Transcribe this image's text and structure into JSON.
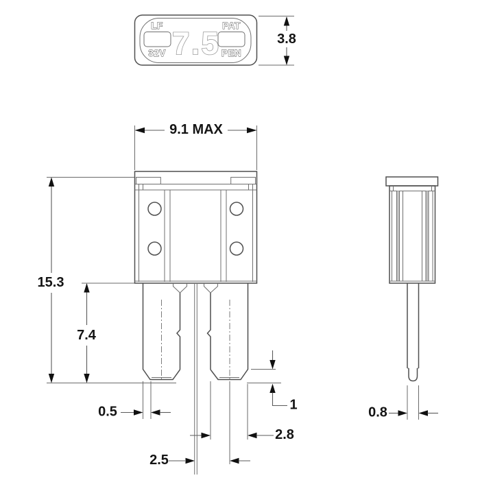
{
  "drawing": {
    "fuse_marking": {
      "brand_top_left": "LF",
      "voltage": "32V",
      "patent_top": "PAT",
      "patent_bottom": "PEN",
      "amp_rating": "7.5"
    },
    "dims": {
      "top_height": "3.8",
      "overall_width": "9.1 MAX",
      "overall_height": "15.3",
      "terminal_length": "7.4",
      "foot_bevel": "0.5",
      "foot_height": "1",
      "terminal_width": "2.8",
      "terminal_pitch": "2.5",
      "blade_thickness": "0.8"
    },
    "colors": {
      "line": "#4f4f4f",
      "dim_text": "#141414",
      "background": "#ffffff"
    }
  }
}
